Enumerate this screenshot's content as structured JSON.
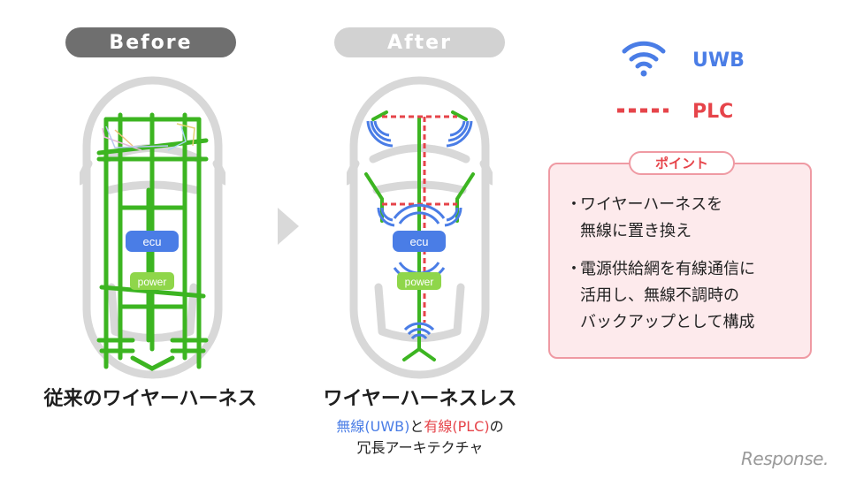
{
  "before": {
    "pill_label": "Before",
    "caption": "従来のワイヤーハーネス",
    "ecu_label": "ecu",
    "power_label": "power"
  },
  "after": {
    "pill_label": "After",
    "caption": "ワイヤーハーネスレス",
    "sub_uwb": "無線(UWB)",
    "sub_to": "と",
    "sub_plc": "有線(PLC)",
    "sub_no": "の",
    "sub_line2": "冗長アーキテクチャ",
    "ecu_label": "ecu",
    "power_label": "power"
  },
  "legend": {
    "uwb": "UWB",
    "plc": "PLC",
    "uwb_icon": "wifi-icon",
    "plc_icon": "dashed-line-icon"
  },
  "point": {
    "tag": "ポイント",
    "bullet1_line1": "ワイヤーハーネスを",
    "bullet1_line2": "無線に置き換え",
    "bullet2_line1": "電源供給網を有線通信に",
    "bullet2_line2": "活用し、無線不調時の",
    "bullet2_line3": "バックアップとして構成",
    "bullet_mark": "・"
  },
  "logo": "Response.",
  "colors": {
    "harness_green": "#3cb521",
    "uwb_blue": "#4a7de6",
    "plc_red": "#e6444a",
    "ecu_blue": "#4a7de6",
    "power_green": "#8fd64a"
  }
}
